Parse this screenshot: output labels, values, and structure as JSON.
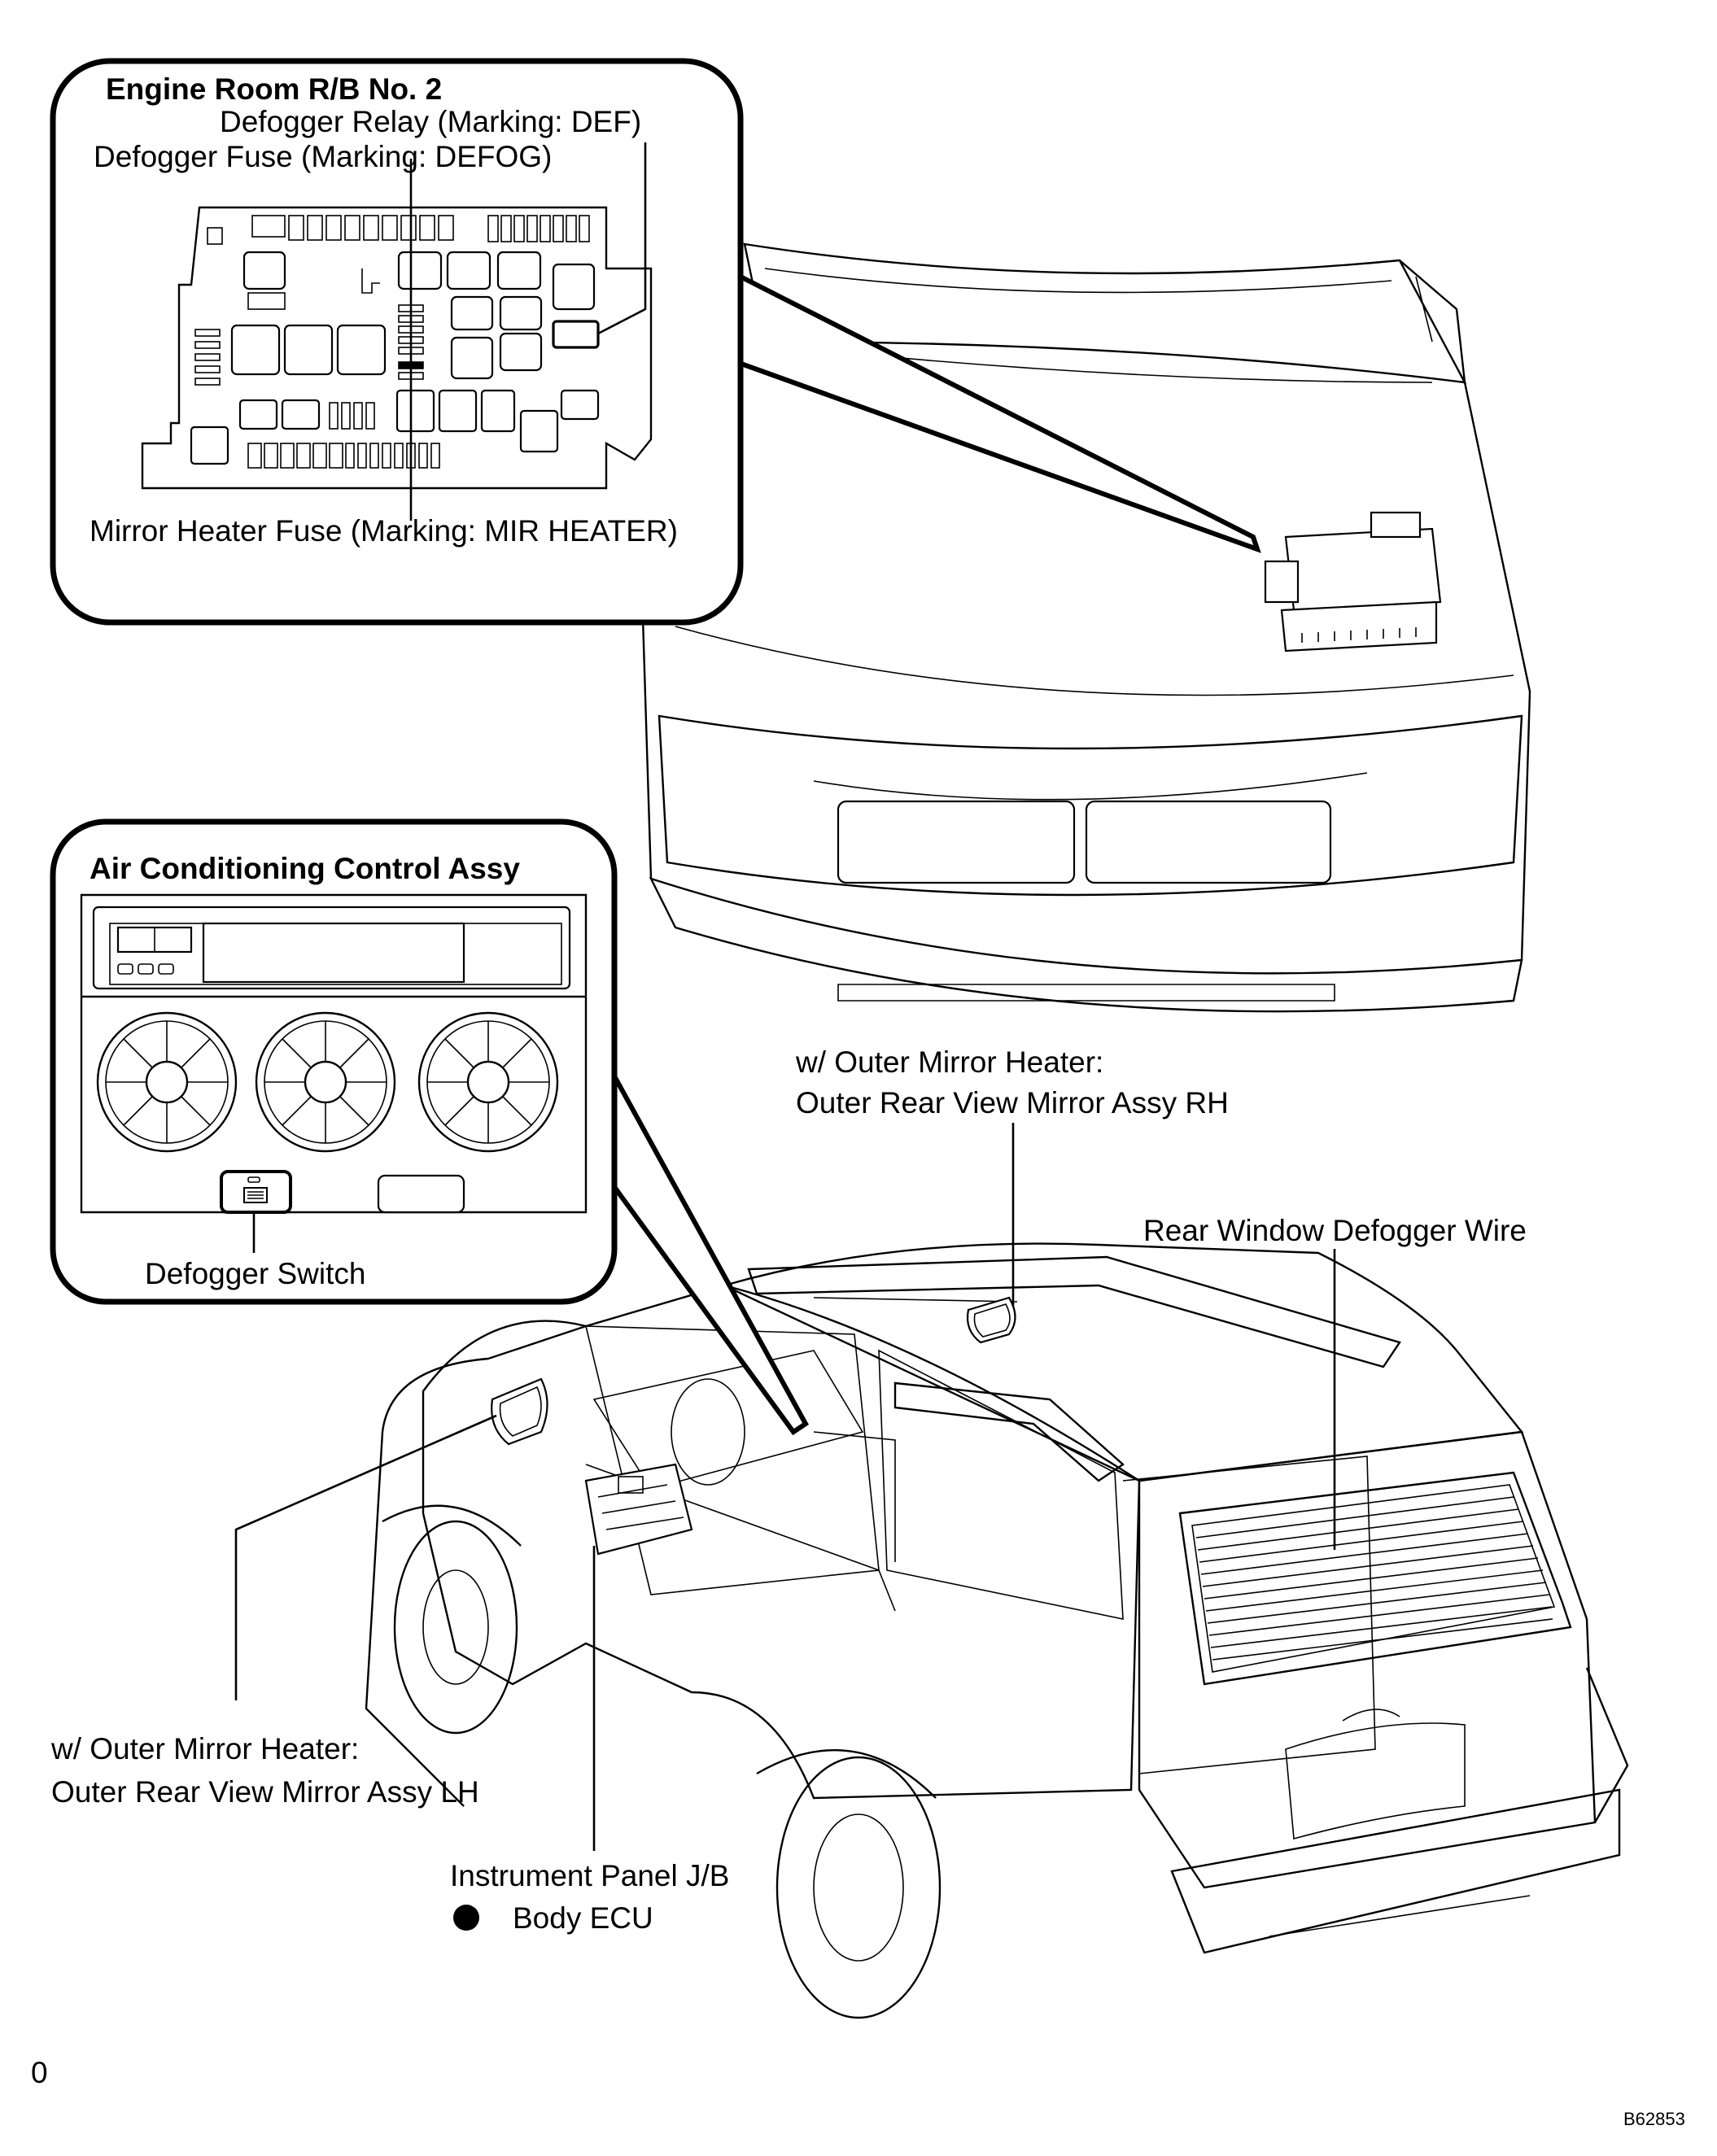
{
  "labels": {
    "engine_room_title": "Engine Room R/B No. 2",
    "defogger_relay": "Defogger Relay (Marking: DEF)",
    "defogger_fuse": "Defogger Fuse (Marking: DEFOG)",
    "mirror_heater_fuse": "Mirror Heater Fuse (Marking: MIR HEATER)",
    "ac_title": "Air Conditioning Control Assy",
    "defogger_switch": "Defogger Switch",
    "rh_mirror_line1": "w/ Outer Mirror Heater:",
    "rh_mirror_line2": "Outer Rear View Mirror Assy RH",
    "rear_defogger_wire": "Rear Window Defogger Wire",
    "lh_mirror_line1": "w/ Outer Mirror Heater:",
    "lh_mirror_line2": "Outer Rear View Mirror Assy LH",
    "instrument_panel_jb": "Instrument Panel J/B",
    "body_ecu": "Body ECU",
    "page_mark": "0",
    "figure_code": "B62853"
  }
}
